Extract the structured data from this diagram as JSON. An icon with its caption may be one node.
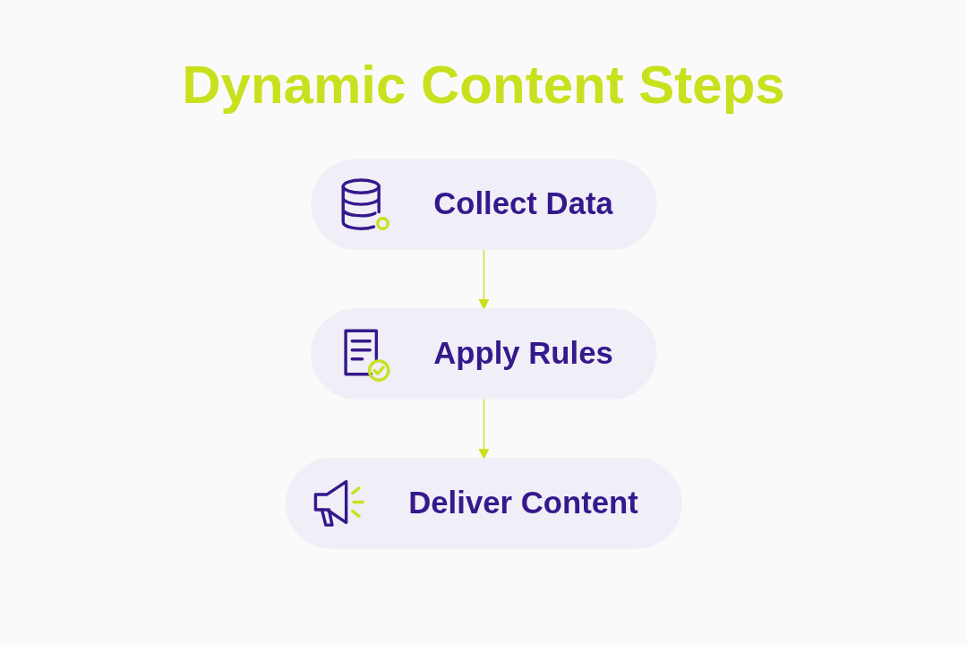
{
  "diagram": {
    "title": "Dynamic Content Steps",
    "nodes": [
      {
        "text": [
          "Collect Data"
        ]
      },
      {
        "text": [
          "Apply Rules"
        ]
      },
      {
        "text": [
          "Deliver Content"
        ]
      }
    ],
    "edges": [
      {
        "from": 0,
        "to": 1,
        "arrow": "to"
      },
      {
        "from": 1,
        "to": 2,
        "arrow": "to"
      }
    ]
  }
}
